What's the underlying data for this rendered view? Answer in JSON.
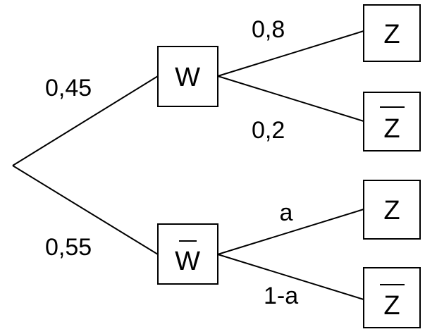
{
  "tree": {
    "level1": [
      {
        "label": "W",
        "overline": false,
        "probability": "0,45"
      },
      {
        "label": "W",
        "overline": true,
        "probability": "0,55"
      }
    ],
    "level2": [
      {
        "parent": 0,
        "label": "Z",
        "overline": false,
        "probability": "0,8"
      },
      {
        "parent": 0,
        "label": "Z",
        "overline": true,
        "probability": "0,2"
      },
      {
        "parent": 1,
        "label": "Z",
        "overline": false,
        "probability": "a"
      },
      {
        "parent": 1,
        "label": "Z",
        "overline": true,
        "probability": "1-a"
      }
    ]
  }
}
